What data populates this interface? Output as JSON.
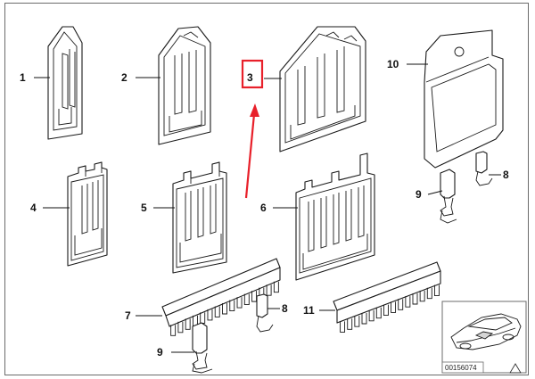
{
  "callouts": {
    "c1": "1",
    "c2": "2",
    "c3": "3",
    "c4": "4",
    "c5": "5",
    "c6": "6",
    "c7": "7",
    "c8a": "8",
    "c8b": "8",
    "c9a": "9",
    "c9b": "9",
    "c10": "10",
    "c11": "11"
  },
  "diagram_code": "00156074",
  "colors": {
    "highlight": "#e8202a",
    "line": "#1a1a1a",
    "fill_shade": "#d6d6d6"
  },
  "icons": {
    "warning": "warning-triangle-icon",
    "car": "car-thumbnail-icon"
  }
}
